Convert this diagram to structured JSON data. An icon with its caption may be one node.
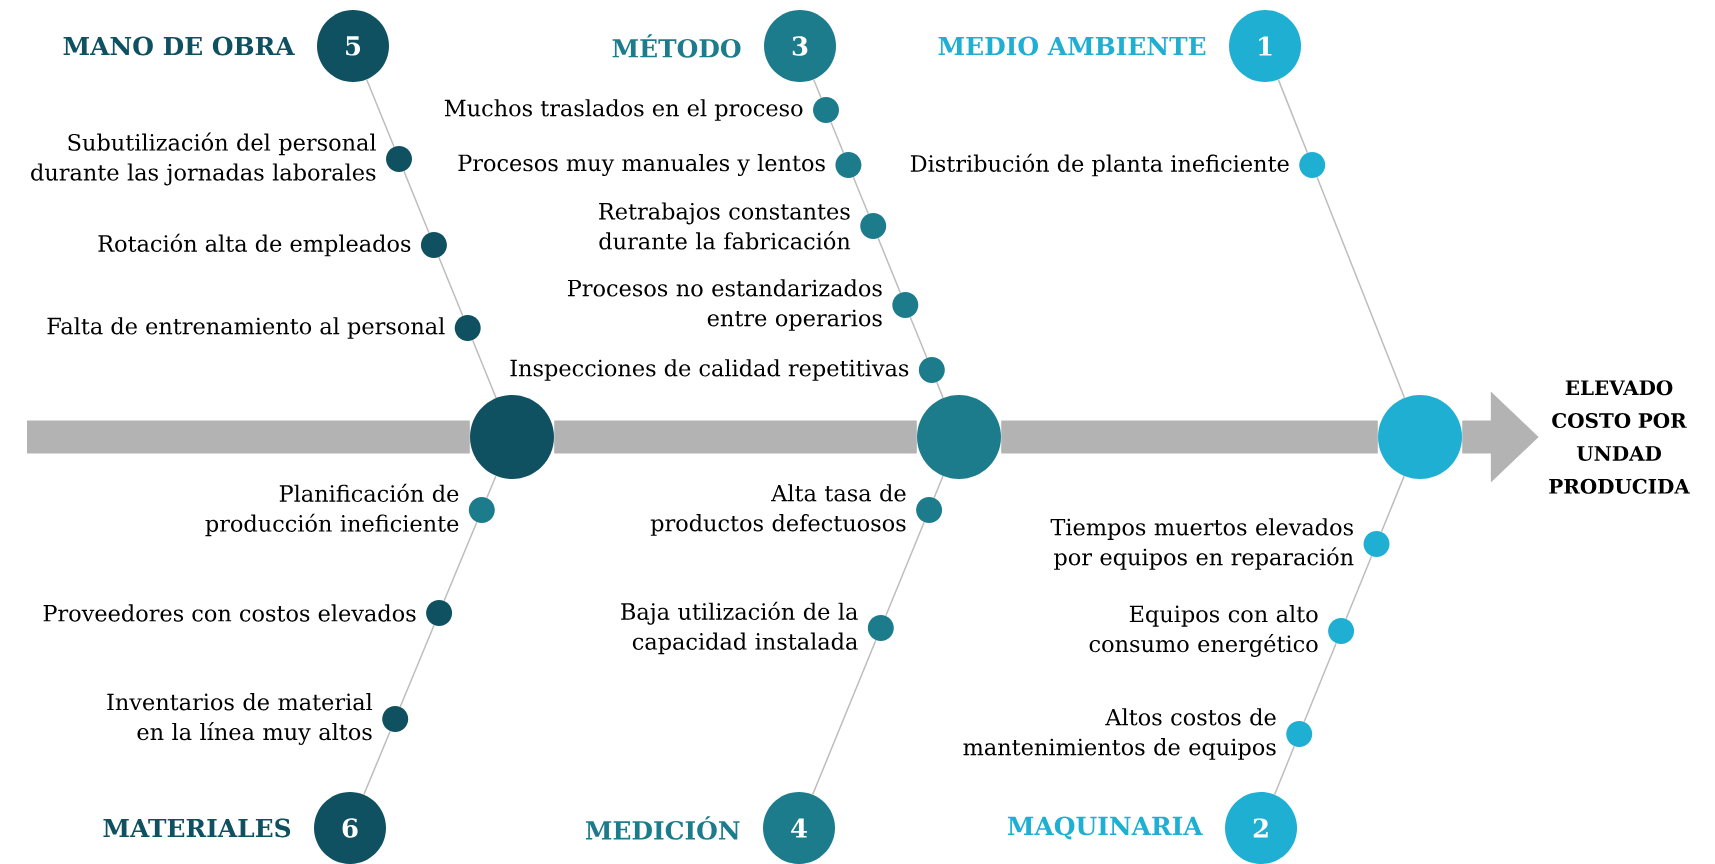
{
  "diagram": {
    "nodes": [
      {
        "text": [
          "MANO DE OBRA",
          "5"
        ]
      },
      {
        "text": [
          "Subutilización del personal durante las jornadas laborales"
        ]
      },
      {
        "text": [
          "Rotación alta de empleados"
        ]
      },
      {
        "text": [
          "Falta de entrenamiento al personal"
        ]
      },
      {
        "text": [
          "MÉTODO",
          "3"
        ]
      },
      {
        "text": [
          "Muchos traslados en el proceso"
        ]
      },
      {
        "text": [
          "Procesos muy manuales y lentos"
        ]
      },
      {
        "text": [
          "Retrabajos constantes durante la fabricación"
        ]
      },
      {
        "text": [
          "Procesos no estandarizados entre operarios"
        ]
      },
      {
        "text": [
          "Inspecciones de calidad repetitivas"
        ]
      },
      {
        "text": [
          "MEDIO AMBIENTE",
          "1"
        ]
      },
      {
        "text": [
          "Distribución de planta ineficiente"
        ]
      },
      {
        "text": [],
        "shape": "circle"
      },
      {
        "text": [],
        "shape": "circle"
      },
      {
        "text": [],
        "shape": "circle"
      },
      {
        "text": [
          "ELEVADO COSTO POR UNDAD PRODUCIDA"
        ]
      },
      {
        "text": [
          "Planificación de producción ineficiente"
        ]
      },
      {
        "text": [
          "Proveedores con costos elevados"
        ]
      },
      {
        "text": [
          "Inventarios de material en la línea muy altos"
        ]
      },
      {
        "text": [
          "Alta tasa de productos defectuosos"
        ]
      },
      {
        "text": [
          "Baja utilización de la capacidad instalada"
        ]
      },
      {
        "text": [
          "Tiempos muertos elevados por equipos en reparación"
        ]
      },
      {
        "text": [
          "Equipos con alto consumo energético"
        ]
      },
      {
        "text": [
          "Altos costos de mantenimientos de equipos"
        ]
      },
      {
        "text": [
          "MATERIALES",
          "6"
        ]
      },
      {
        "text": [
          "MEDICIÓN",
          "4"
        ]
      },
      {
        "text": [
          "MAQUINARIA",
          "2"
        ]
      }
    ],
    "edges": [
      {
        "from": 0,
        "to": 1,
        "arrow": "none"
      },
      {
        "from": 1,
        "to": 2,
        "arrow": "none"
      },
      {
        "from": 2,
        "to": 3,
        "arrow": "none"
      },
      {
        "from": 3,
        "to": 12,
        "arrow": "none"
      },
      {
        "from": 4,
        "to": 5,
        "arrow": "none"
      },
      {
        "from": 5,
        "to": 6,
        "arrow": "none"
      },
      {
        "from": 6,
        "to": 7,
        "arrow": "none"
      },
      {
        "from": 7,
        "to": 8,
        "arrow": "none"
      },
      {
        "from": 8,
        "to": 9,
        "arrow": "none"
      },
      {
        "from": 9,
        "to": 13,
        "arrow": "none"
      },
      {
        "from": 10,
        "to": 11,
        "arrow": "none"
      },
      {
        "from": 11,
        "to": 14,
        "arrow": "none"
      },
      {
        "from": null,
        "to": 12,
        "arrow": "none",
        "style": "thick",
        "color": "#b3b3b3"
      },
      {
        "from": 12,
        "to": 13,
        "arrow": "none",
        "style": "thick",
        "color": "#b3b3b3"
      },
      {
        "from": 13,
        "to": 14,
        "arrow": "none",
        "style": "thick",
        "color": "#b3b3b3"
      },
      {
        "from": 14,
        "to": 15,
        "arrow": "to",
        "style": "thick",
        "color": "#b3b3b3"
      },
      {
        "from": 24,
        "to": 18,
        "arrow": "none"
      },
      {
        "from": 18,
        "to": 17,
        "arrow": "none"
      },
      {
        "from": 17,
        "to": 16,
        "arrow": "none"
      },
      {
        "from": 16,
        "to": 12,
        "arrow": "none"
      },
      {
        "from": 25,
        "to": 20,
        "arrow": "none"
      },
      {
        "from": 20,
        "to": 19,
        "arrow": "none"
      },
      {
        "from": 19,
        "to": 13,
        "arrow": "none"
      },
      {
        "from": 26,
        "to": 23,
        "arrow": "none"
      },
      {
        "from": 23,
        "to": 22,
        "arrow": "none"
      },
      {
        "from": 22,
        "to": 21,
        "arrow": "none"
      },
      {
        "from": 21,
        "to": 14,
        "arrow": "none"
      }
    ]
  }
}
